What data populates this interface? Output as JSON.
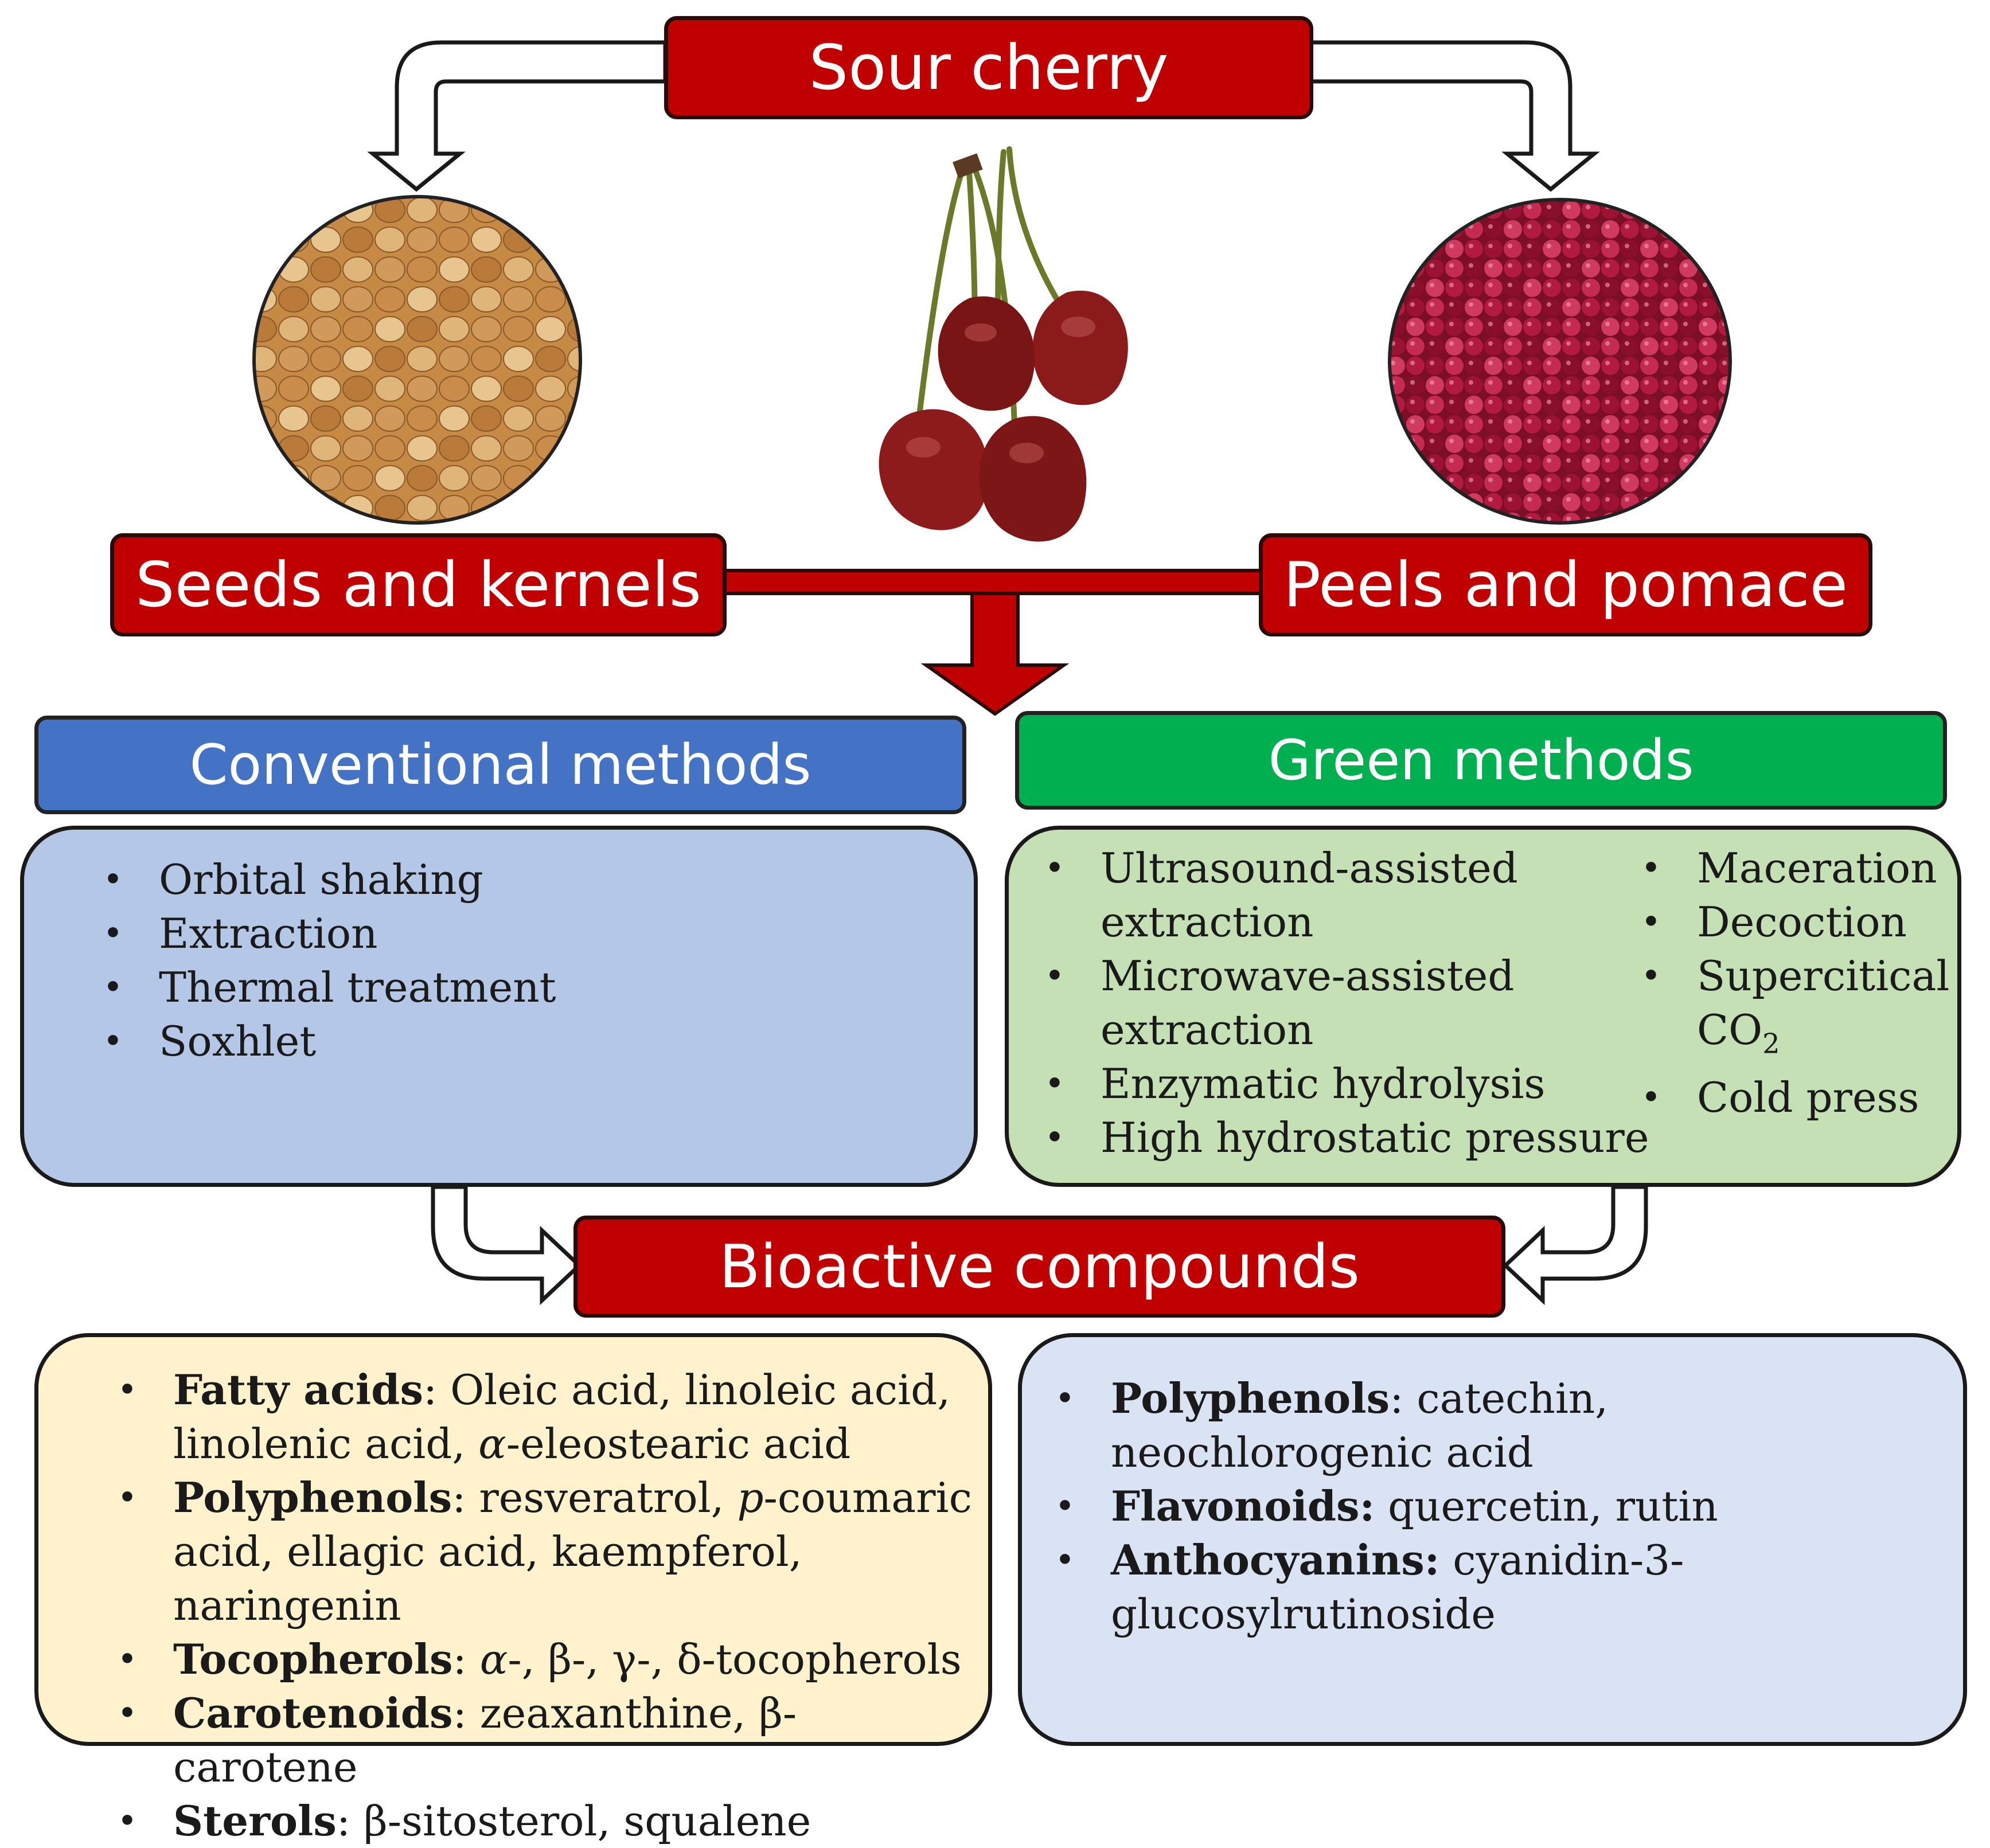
{
  "top": {
    "title": "Sour cherry"
  },
  "sources": {
    "left": "Seeds and kernels",
    "right": "Peels and pomace"
  },
  "methods": {
    "conventional": {
      "title": "Conventional methods",
      "color": "#4472c4",
      "panel_color": "#b4c7e7",
      "items": [
        "Orbital shaking",
        "Extraction",
        "Thermal treatment",
        "Soxhlet"
      ]
    },
    "green": {
      "title": "Green methods",
      "color": "#00b050",
      "panel_color": "#c5e0b4",
      "col1": [
        "Ultrasound-assisted extraction",
        "Microwave-assisted extraction",
        "Enzymatic hydrolysis",
        "High hydrostatic pressure"
      ],
      "col2": [
        "Maceration",
        "Decoction",
        "Supercitical",
        "Cold press"
      ],
      "co2_base": "CO",
      "co2_sub": "2"
    }
  },
  "result": {
    "title": "Bioactive compounds"
  },
  "compounds": {
    "seeds": {
      "panel_color": "#fff2cc",
      "items": [
        {
          "term": "Fatty acids",
          "sep": ": ",
          "pre": "Oleic acid, linoleic acid, linolenic acid, ",
          "it": "α",
          "post": "-eleostearic acid"
        },
        {
          "term": "Polyphenols",
          "sep": ": ",
          "pre": "resveratrol, ",
          "it": "p",
          "post": "-coumaric acid, ellagic acid, kaempferol, naringenin"
        },
        {
          "term": "Tocopherols",
          "sep": ": ",
          "pre": "",
          "it": "α",
          "post": "-, β-, γ-, δ-tocopherols"
        },
        {
          "term": "Carotenoids",
          "sep": ": ",
          "pre": "zeaxanthine, β-carotene",
          "it": "",
          "post": ""
        },
        {
          "term": "Sterols",
          "sep": ": ",
          "pre": "β-sitosterol, squalene",
          "it": "",
          "post": ""
        }
      ]
    },
    "peels": {
      "panel_color": "#dae3f3",
      "items": [
        {
          "term": "Polyphenols",
          "sep": ": ",
          "pre": "catechin, neochlorogenic acid",
          "it": "",
          "post": ""
        },
        {
          "term": "Flavonoids:",
          "sep": " ",
          "pre": "quercetin, rutin",
          "it": "",
          "post": ""
        },
        {
          "term": "Anthocyanins:",
          "sep": " ",
          "pre": "cyanidin-3-glucosylrutinoside",
          "it": "",
          "post": ""
        }
      ]
    }
  },
  "colors": {
    "red": "#c00000",
    "dark_red": "#2b0a0a",
    "cherry": "#8b1a1a",
    "kernel": "#d4a366",
    "pomace": "#a8173b"
  }
}
